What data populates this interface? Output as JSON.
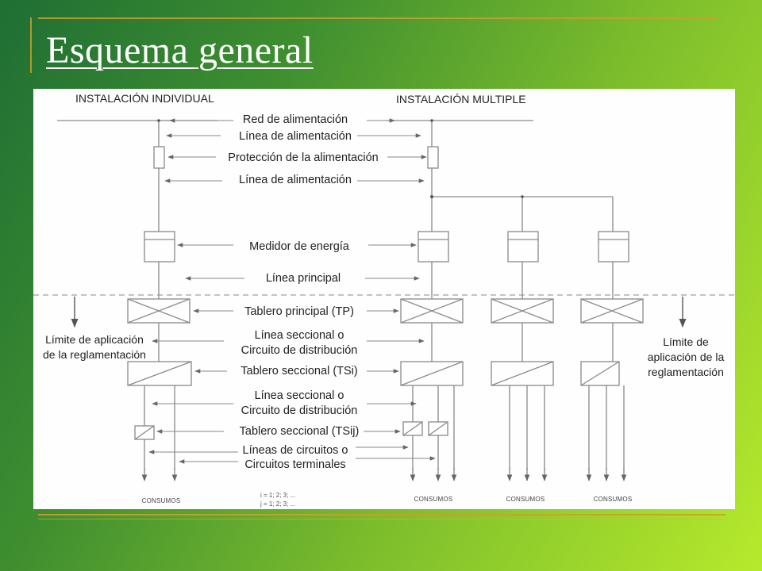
{
  "title": "Esquema general",
  "headers": {
    "individual": "INSTALACIÓN INDIVIDUAL",
    "multiple": "INSTALACIÓN MULTIPLE"
  },
  "center_labels": {
    "red": "Red de alimentación",
    "linea1": "Línea de alimentación",
    "proteccion": "Protección de la alimentación",
    "linea2": "Línea de alimentación",
    "medidor": "Medidor de energía",
    "principal": "Línea principal",
    "tp": "Tablero principal (TP)",
    "seccional1_a": "Línea seccional o",
    "seccional1_b": "Circuito de distribución",
    "tsi": "Tablero seccional (TSi)",
    "seccional2_a": "Línea seccional o",
    "seccional2_b": "Circuito de distribución",
    "tsij": "Tablero seccional (TSij)",
    "terminales_a": "Líneas de circuitos o",
    "terminales_b": "Circuitos terminales"
  },
  "left_limit": {
    "line1": "Límite de aplicación",
    "line2": "de la reglamentación"
  },
  "right_limit": {
    "line1": "Límite de",
    "line2": "aplicación de la",
    "line3": "reglamentación"
  },
  "consumos": [
    "CONSUMOS",
    "CONSUMOS",
    "CONSUMOS",
    "CONSUMOS"
  ],
  "index_note": {
    "i": "i = 1; 2; 3; ...",
    "j": "j = 1; 2; 3; ..."
  }
}
